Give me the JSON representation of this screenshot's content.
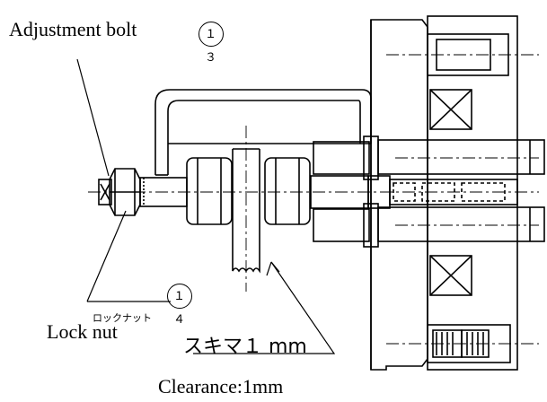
{
  "labels": {
    "adjustment_bolt": "Adjustment bolt",
    "callout_13": "１３",
    "callout_14": "１４",
    "lock_nut_jp": "ロックナット",
    "lock_nut": "Lock nut",
    "clearance_jp": "スキマ１ mm",
    "clearance": "Clearance:1mm"
  }
}
